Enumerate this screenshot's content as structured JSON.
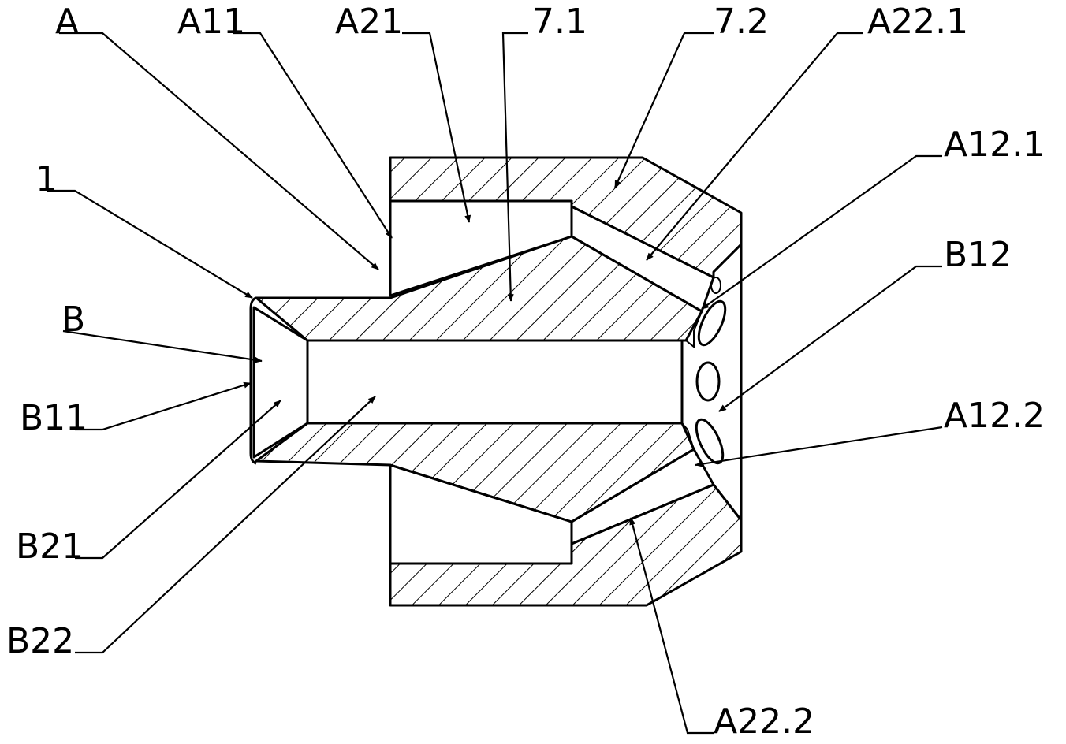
{
  "labels": {
    "A": "A",
    "A11": "A11",
    "A21": "A21",
    "p71": "7.1",
    "p72": "7.2",
    "A221": "A22.1",
    "A121": "A12.1",
    "B12": "B12",
    "A122": "A12.2",
    "A222": "A22.2",
    "one": "1",
    "B": "B",
    "B11": "B11",
    "B21": "B21",
    "B22": "B22"
  }
}
